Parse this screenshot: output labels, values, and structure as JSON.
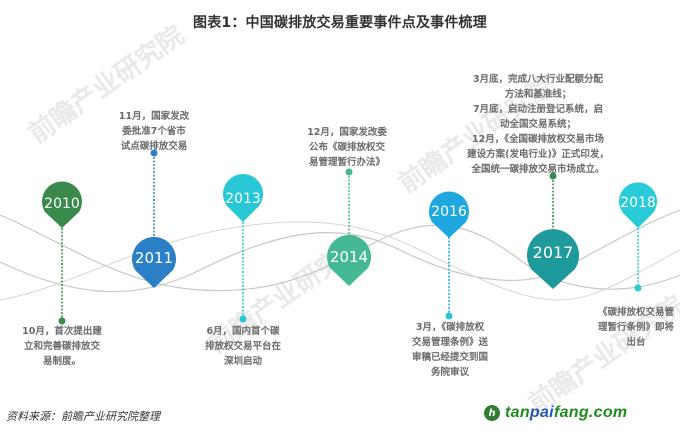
{
  "title": "图表1：中国碳排放交易重要事件点及事件梳理",
  "watermark": "前瞻产业研究院",
  "events": [
    {
      "year": "2010",
      "color": "#3a8a4e",
      "note": [
        "10月，首次提出建",
        "立和完善碳排放交",
        "易制度。"
      ]
    },
    {
      "year": "2011",
      "color": "#2a7fc6",
      "note": [
        "11月，国家发改",
        "委批准7个省市",
        "试点碳排放交易"
      ]
    },
    {
      "year": "2013",
      "color": "#27c7d6",
      "note": [
        "6月，国内首个碳",
        "排放权交易平台在",
        "深圳启动"
      ]
    },
    {
      "year": "2014",
      "color": "#45b995",
      "note": [
        "12月，国家发改委",
        "公布《碳排放权交",
        "易管理暂行办法》"
      ]
    },
    {
      "year": "2016",
      "color": "#1fa8e0",
      "note": [
        "3月，《碳排放权",
        "交易管理条例》送",
        "审稿已经提交到国",
        "务院审议"
      ]
    },
    {
      "year": "2017",
      "color": "#1e9a9a",
      "note": [
        "3月底，完成八大行业配额分配",
        "方法和基准线；",
        "7月底，启动注册登记系统，启",
        "动全国交易系统；",
        "12月，《全国碳排放权交易市场",
        "建设方案(发电行业)》正式印发，",
        "全国统一碳排放交易市场成立。"
      ]
    },
    {
      "year": "2018",
      "color": "#29cbd8",
      "note": [
        "《碳排放权交易管",
        "理暂行条例》即将",
        "出台"
      ]
    }
  ],
  "footer": {
    "source": "资料来源：前瞻产业研究院整理",
    "logo_mark": "h",
    "logo_part1": "tan",
    "logo_part2": "pai",
    "logo_part3": "fang.com"
  }
}
